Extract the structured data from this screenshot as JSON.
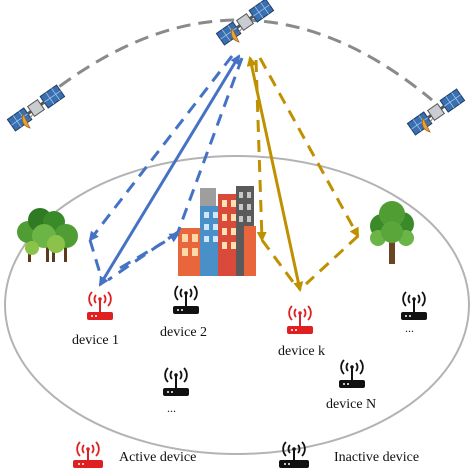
{
  "devices": {
    "device_1": "device 1",
    "device_2": "device 2",
    "device_k": "device k",
    "device_n": "device N",
    "ellipsis_mark": "..."
  },
  "legend": {
    "active_label": "Active device",
    "inactive_label": "Inactive device"
  },
  "colors": {
    "active_device": "#e02020",
    "inactive_device": "#111111",
    "blue_link": "#4472c4",
    "gold_link": "#bf9000",
    "orbit": "#8a8a8a",
    "coverage_ellipse": "#b3b3b3"
  },
  "icons": {
    "satellite": "satellite-icon",
    "router": "wireless-router-icon",
    "building": "city-building-icon",
    "tree": "tree-icon"
  }
}
